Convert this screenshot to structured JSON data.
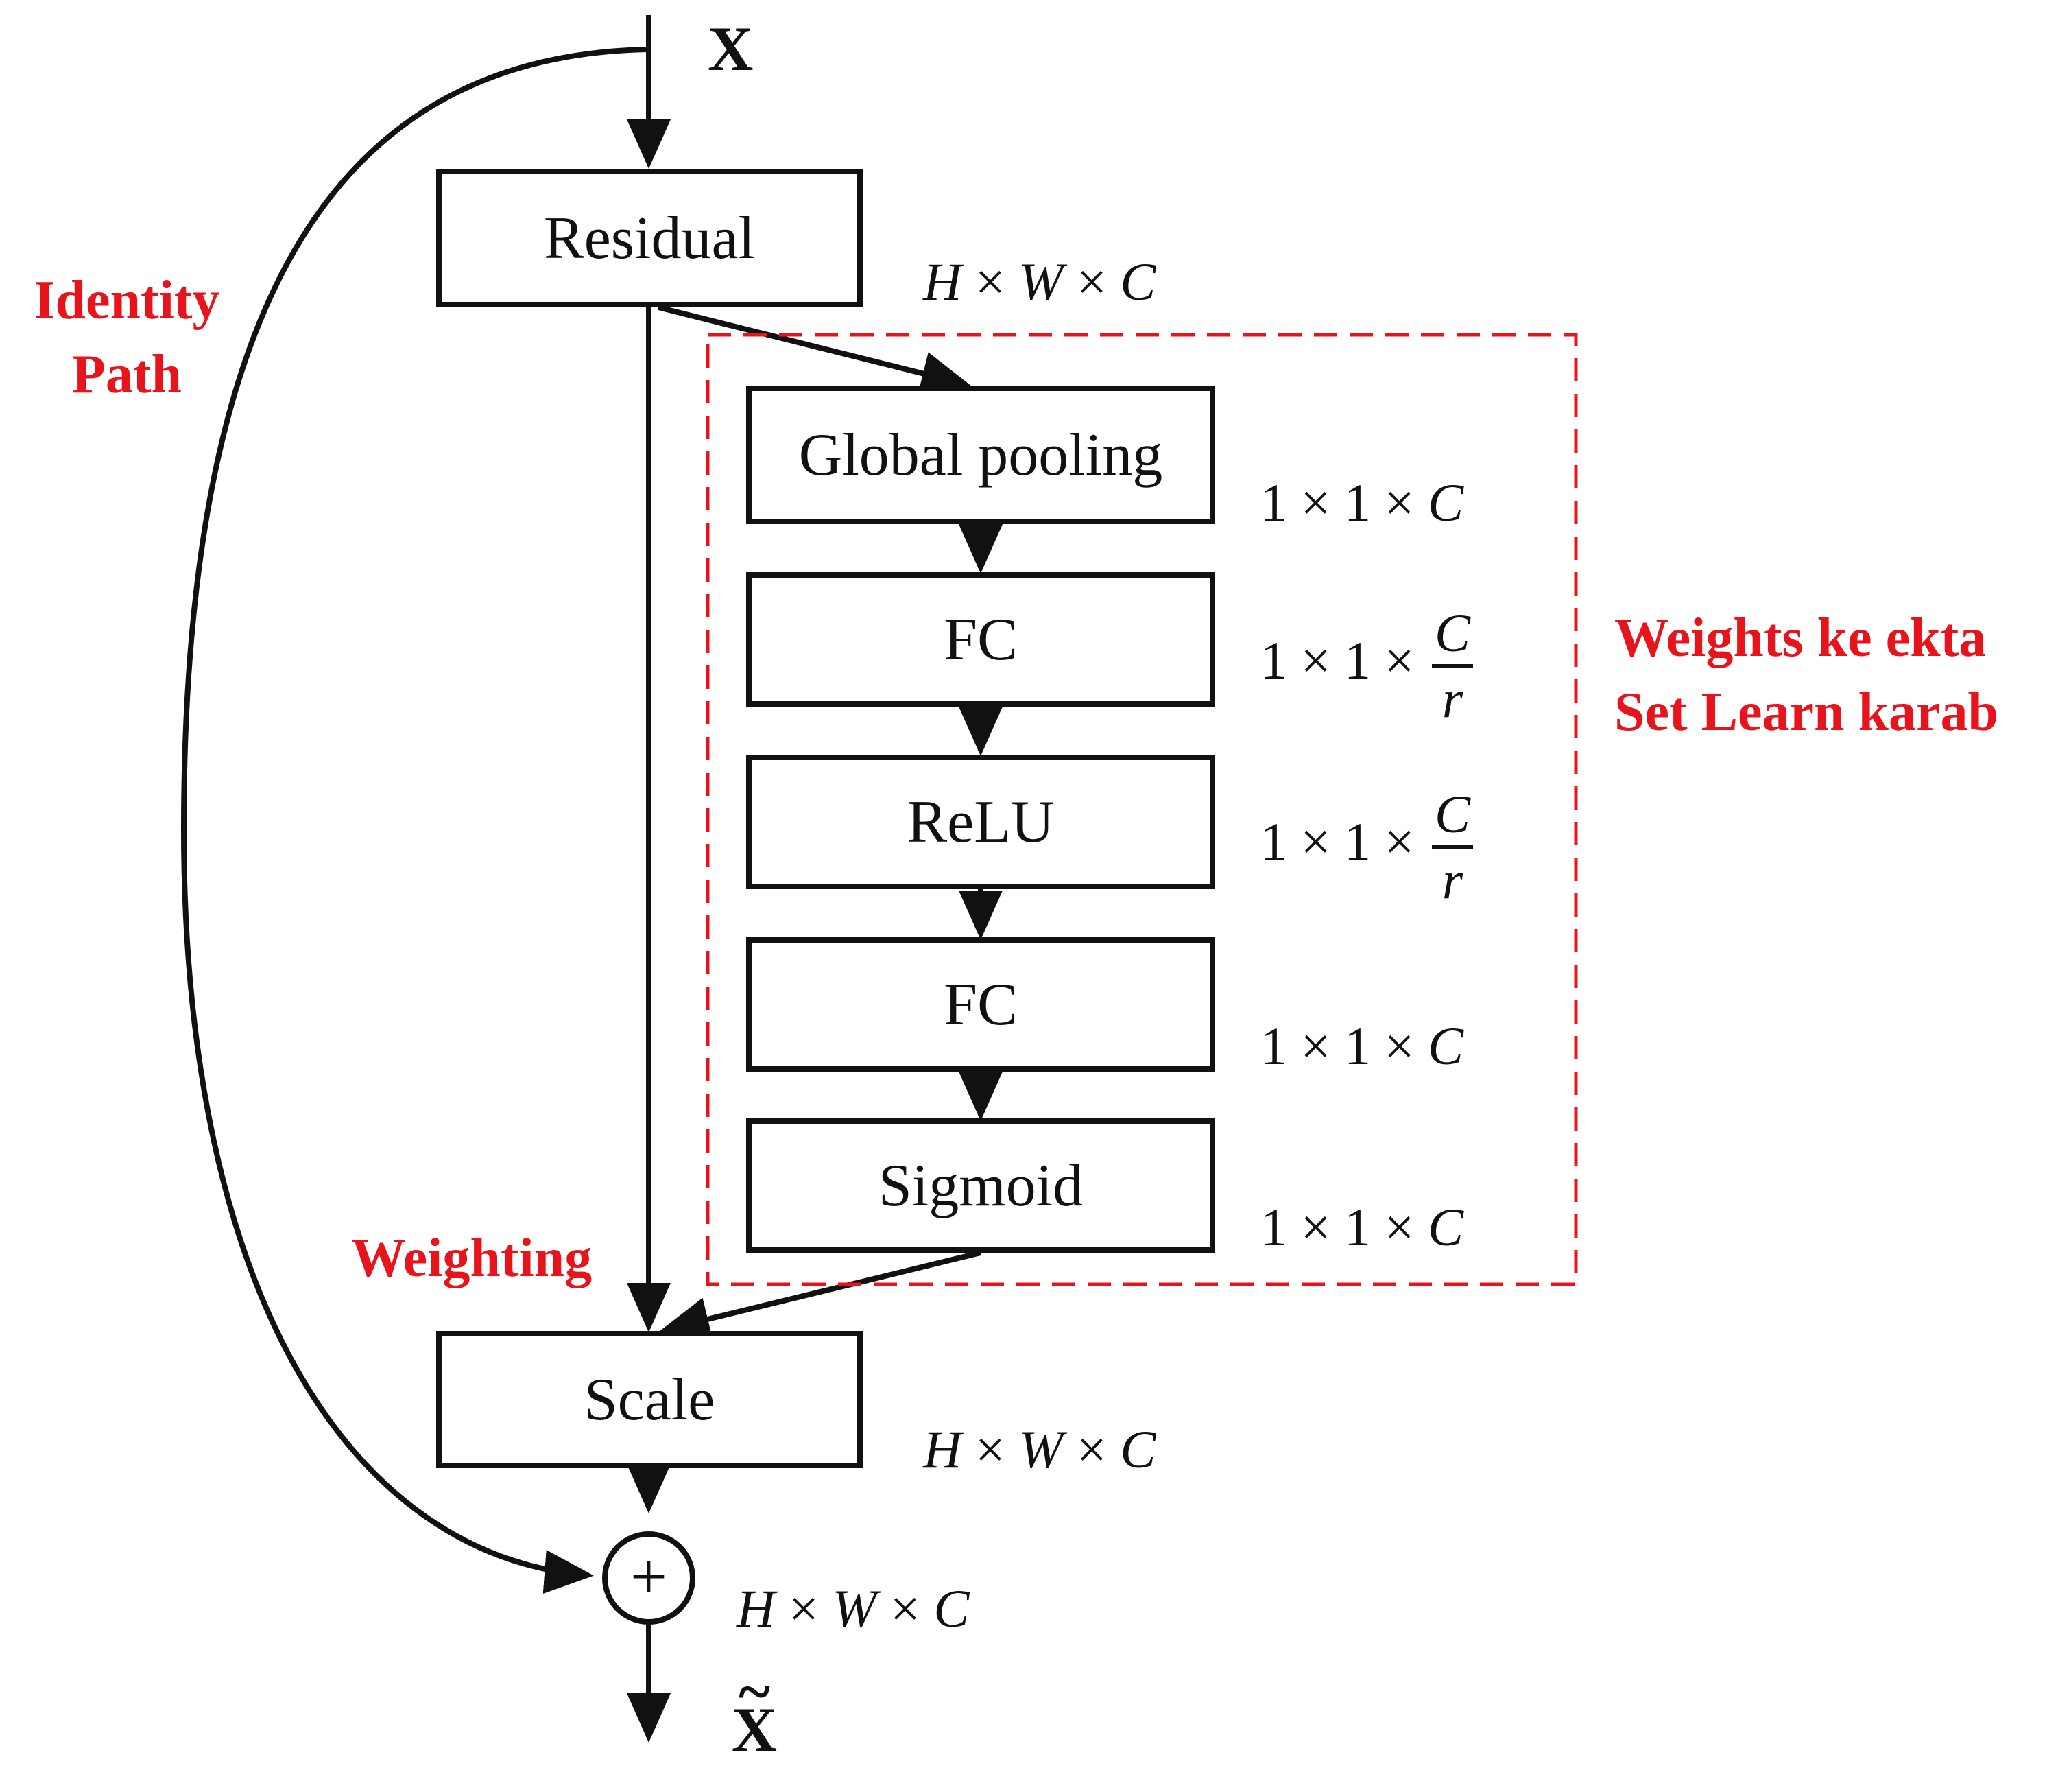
{
  "input_label": "X",
  "output_label": "X",
  "output_tilde": "~",
  "blocks": {
    "residual": "Residual",
    "global_pooling": "Global pooling",
    "fc1": "FC",
    "relu": "ReLU",
    "fc2": "FC",
    "sigmoid": "Sigmoid",
    "scale": "Scale"
  },
  "sum_symbol": "+",
  "dims": {
    "residual_out": {
      "h": "H",
      "w": "W",
      "c": "C",
      "times": "×"
    },
    "pooling_out": {
      "one": "1",
      "c": "C",
      "times": "×"
    },
    "fc1_out": {
      "one": "1",
      "num": "C",
      "den": "r",
      "times": "×"
    },
    "relu_out": {
      "one": "1",
      "num": "C",
      "den": "r",
      "times": "×"
    },
    "fc2_out": {
      "one": "1",
      "c": "C",
      "times": "×"
    },
    "sigmoid_out": {
      "one": "1",
      "c": "C",
      "times": "×"
    },
    "scale_out": {
      "h": "H",
      "w": "W",
      "c": "C",
      "times": "×"
    },
    "sum_out": {
      "h": "H",
      "w": "W",
      "c": "C",
      "times": "×"
    }
  },
  "annotations": {
    "identity_line1": "Identity",
    "identity_line2": "Path",
    "weights_line1": "Weights ke ekta",
    "weights_line2": "Set Learn karab",
    "weighting": "Weighting"
  },
  "colors": {
    "annotation": "#e8141b",
    "stroke": "#111111"
  }
}
